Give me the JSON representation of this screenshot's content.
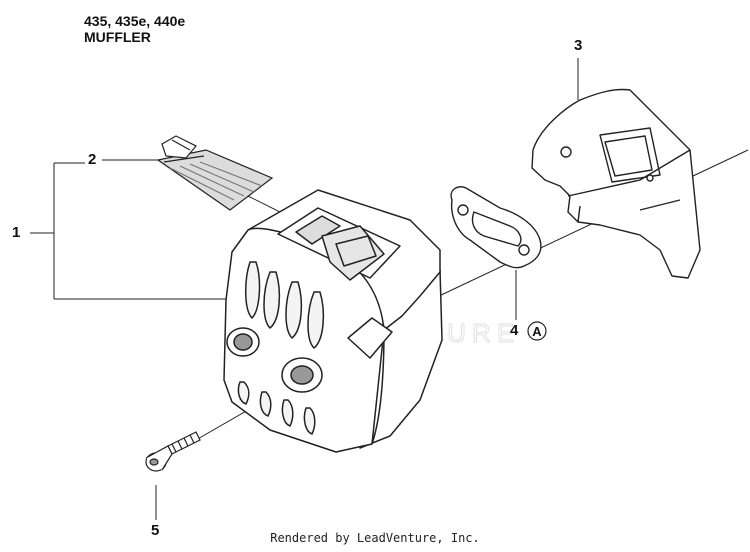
{
  "header": {
    "models": "435, 435e, 440e",
    "section": "MUFFLER"
  },
  "callouts": [
    {
      "number": "1"
    },
    {
      "number": "2"
    },
    {
      "number": "3"
    },
    {
      "number": "4"
    },
    {
      "number": "5"
    }
  ],
  "reference_marker": "A",
  "watermark": "LEADVENTURE",
  "footer": "Rendered by LeadVenture, Inc."
}
